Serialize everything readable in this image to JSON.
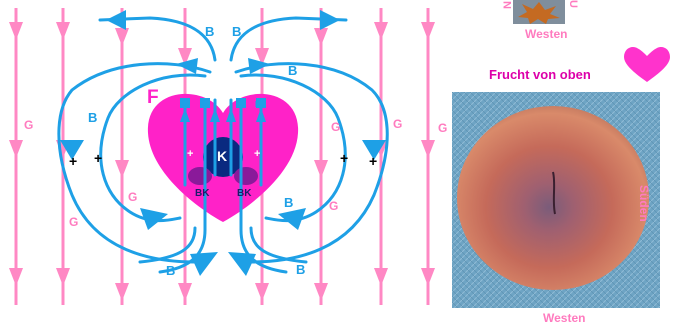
{
  "diagram": {
    "field_label": "G",
    "flow_label": "B",
    "fruit_label": "F",
    "core_label": "K",
    "seed_label": "BK",
    "plus_sign": "+"
  },
  "top_photo": {
    "left_letter": "N",
    "right_letter": "U",
    "bottom_caption": "Westen"
  },
  "main_photo": {
    "title": "Frucht von oben",
    "side_caption": "Süden",
    "bottom_caption": "Westen"
  },
  "colors": {
    "field_lines": "#ff88c4",
    "flow_lines": "#1ea0e6",
    "heart": "#ff22c8",
    "core": "#0a2a80",
    "title_text": "#dd00aa",
    "caption_text": "#ff7bbf"
  }
}
